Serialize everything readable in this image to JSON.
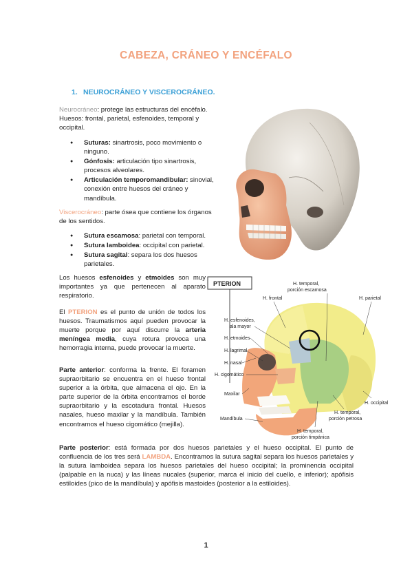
{
  "title": "CABEZA, CRÁNEO Y ENCÉFALO",
  "section": {
    "number": "1.",
    "label": "NEUROCRÁNEO Y VISCEROCRÁNEO."
  },
  "neuro": {
    "term": "Neurocráneo",
    "text": ": protege las estructuras del encéfalo. Huesos: frontal, parietal, esfenoides, temporal y occipital."
  },
  "neuro_bullets": [
    {
      "term": "Suturas:",
      "text": " sinartrosis, poco movimiento o ninguno."
    },
    {
      "term": "Gónfosis:",
      "text": " articulación tipo sinartrosis, procesos alveolares."
    },
    {
      "term": "Articulación temporomandibular:",
      "text": " sinovial, conexión entre huesos del cráneo y mandíbula."
    }
  ],
  "viscero": {
    "term": "Viscerocráneo",
    "text": ": parte ósea que contiene los órganos de los sentidos."
  },
  "viscero_bullets": [
    {
      "term": "Sutura escamosa",
      "text": ": parietal con temporal."
    },
    {
      "term": "Sutura lamboidea",
      "text": ": occipital con parietal."
    },
    {
      "term": "Sutura sagital",
      "text": ": separa los dos huesos parietales."
    }
  ],
  "esfenoides": {
    "t1": "Los huesos ",
    "b1": "esfenoides",
    "t2": " y ",
    "b2": "etmoides",
    "t3": " son muy importantes ya que pertenecen al aparato respiratorio."
  },
  "pterion_para": {
    "t1": "El ",
    "term": "PTERION",
    "t2": " es el punto de unión de todos los huesos. Traumatismos aquí pueden provocar la muerte porque por aquí discurre la ",
    "b1": "arteria meníngea media",
    "t3": ", cuya rotura provoca una hemorragia interna, puede provocar la muerte."
  },
  "anterior": {
    "term": "Parte anterior",
    "text": ": conforma la frente. El foramen supraorbitario se encuentra en el hueso frontal superior a la órbita, que almacena el ojo. En la parte superior de la órbita encontramos el borde supraorbitario y la escotadura frontal. Huesos nasales, hueso maxilar y la mandíbula. También encontramos el hueso cigomático (mejilla)."
  },
  "posterior": {
    "term": "Parte posterior",
    "t1": ": está formada por dos huesos parietales y el hueso occipital. El punto de confluencia de los tres será ",
    "lambda": "LAMBDA",
    "t2": ". Encontramos la sutura sagital separa los huesos parietales y la sutura lamboidea separa los huesos parietales del hueso occipital; la prominencia occipital (palpable en la nuca) y las líneas nucales (superior, marca el inicio del cuello, e inferior); apófisis estiloides (pico de la mandíbula) y apófisis mastoides (posterior a la estiloides)."
  },
  "figure2": {
    "pterion_label": "PTERION",
    "labels": {
      "temporal_escamosa_1": "H. temporal,",
      "temporal_escamosa_2": "porción escamosa",
      "frontal": "H. frontal",
      "parietal": "H. parietal",
      "esfenoides_1": "H. esfenoides,",
      "esfenoides_2": "ala mayor",
      "etmoides": "H. etmoides",
      "lagrimal": "H. lagrimal",
      "nasal": "H. nasal",
      "cigomatico": "H. cigomático",
      "maxilar": "Maxilar",
      "mandibula": "Mandíbula",
      "occipital": "H. occipital",
      "temporal_petrosa_1": "H. temporal,",
      "temporal_petrosa_2": "porción petrosa",
      "temporal_timpanica_1": "H. temporal,",
      "temporal_timpanica_2": "porción timpánica"
    }
  },
  "colors": {
    "title": "#f2a27e",
    "section": "#3a9fd6",
    "neuro_term": "#9a9a9a",
    "viscero_term": "#f2a27e",
    "frontal_bone": "#f2ec8a",
    "parietal_bone": "#e8e07a",
    "temporal_bone": "#a8cf83",
    "face_bone": "#f2a67a"
  },
  "page_number": "1"
}
